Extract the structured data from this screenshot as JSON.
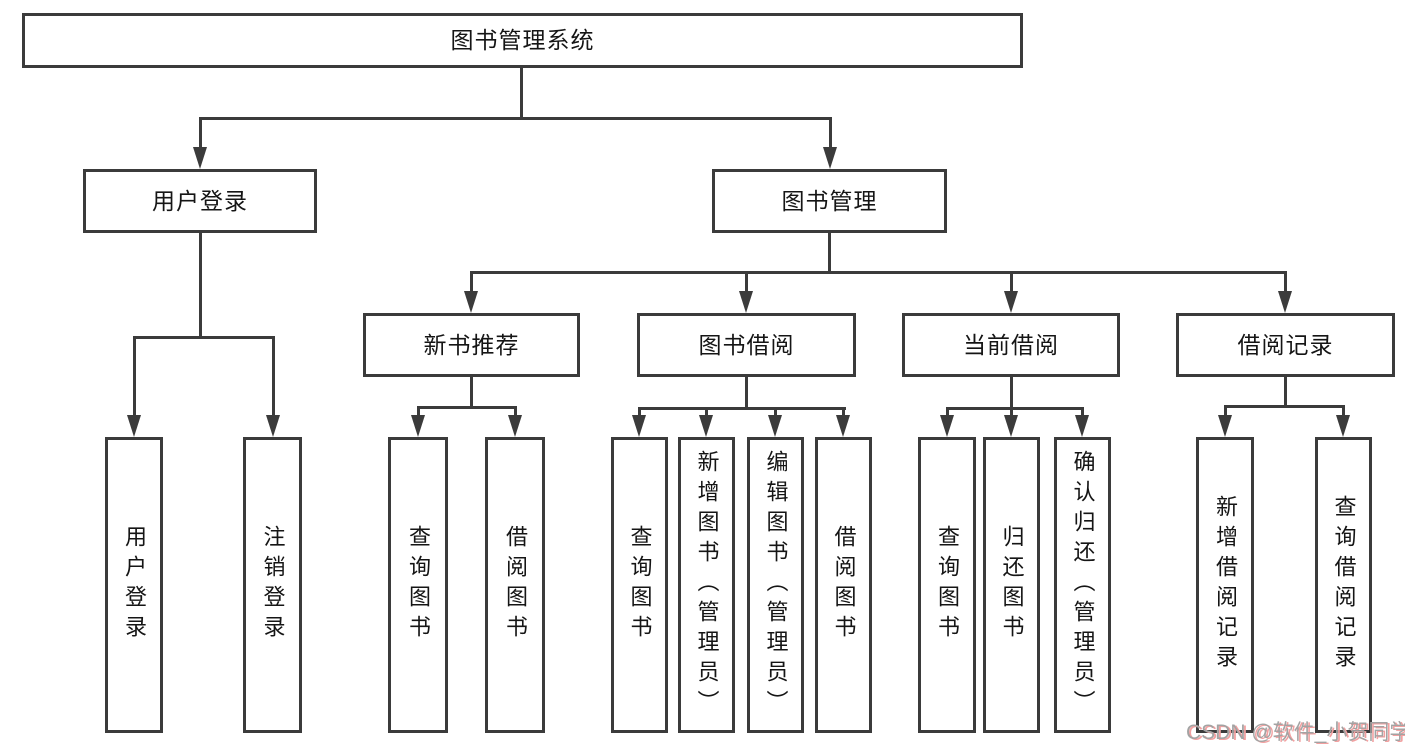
{
  "diagram": {
    "title": "图书管理系统",
    "level2": {
      "user_login": "用户登录",
      "book_management": "图书管理"
    },
    "level3": {
      "new_book": "新书推荐",
      "book_borrow": "图书借阅",
      "current_borrow": "当前借阅",
      "borrow_records": "借阅记录"
    },
    "leaves": {
      "user_login": "用户登录",
      "logout": "注销登录",
      "nb_query_books": "查询图书",
      "nb_borrow_books": "借阅图书",
      "bb_query_books": "查询图书",
      "bb_add_books": "新增图书（管理员）",
      "bb_edit_books": "编辑图书（管理员）",
      "bb_borrow_books": "借阅图书",
      "cb_query_books": "查询图书",
      "cb_return_books": "归还图书",
      "cb_confirm_return": "确认归还（管理员）",
      "br_add_record": "新增借阅记录",
      "br_query_record": "查询借阅记录"
    },
    "watermark": "CSDN @软件_小贺同学"
  },
  "colors": {
    "line": "#3b3b3b",
    "text": "#151515",
    "watermark": "#a3a3a3",
    "watermark_shadow": "#f2a0a0"
  }
}
